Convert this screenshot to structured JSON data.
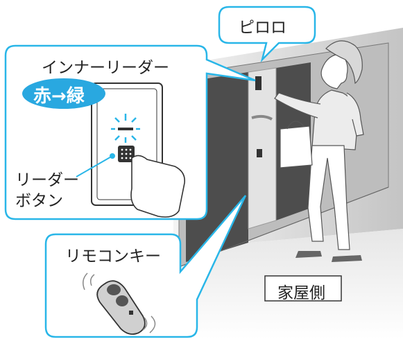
{
  "labels": {
    "sound": "ピロロ",
    "inner_reader": "インナーリーダー",
    "led_change": "赤→緑",
    "reader_button_line1": "リーダー",
    "reader_button_line2": "ボタン",
    "remote_key": "リモコンキー",
    "house_side": "家屋側"
  },
  "colors": {
    "callout_border": "#29b6e8",
    "led_badge": "#29a8e0",
    "door_glass": "#4d4d4d",
    "frame_silver": "#d9d9d9",
    "wall_gray": "#cfcfcf"
  }
}
